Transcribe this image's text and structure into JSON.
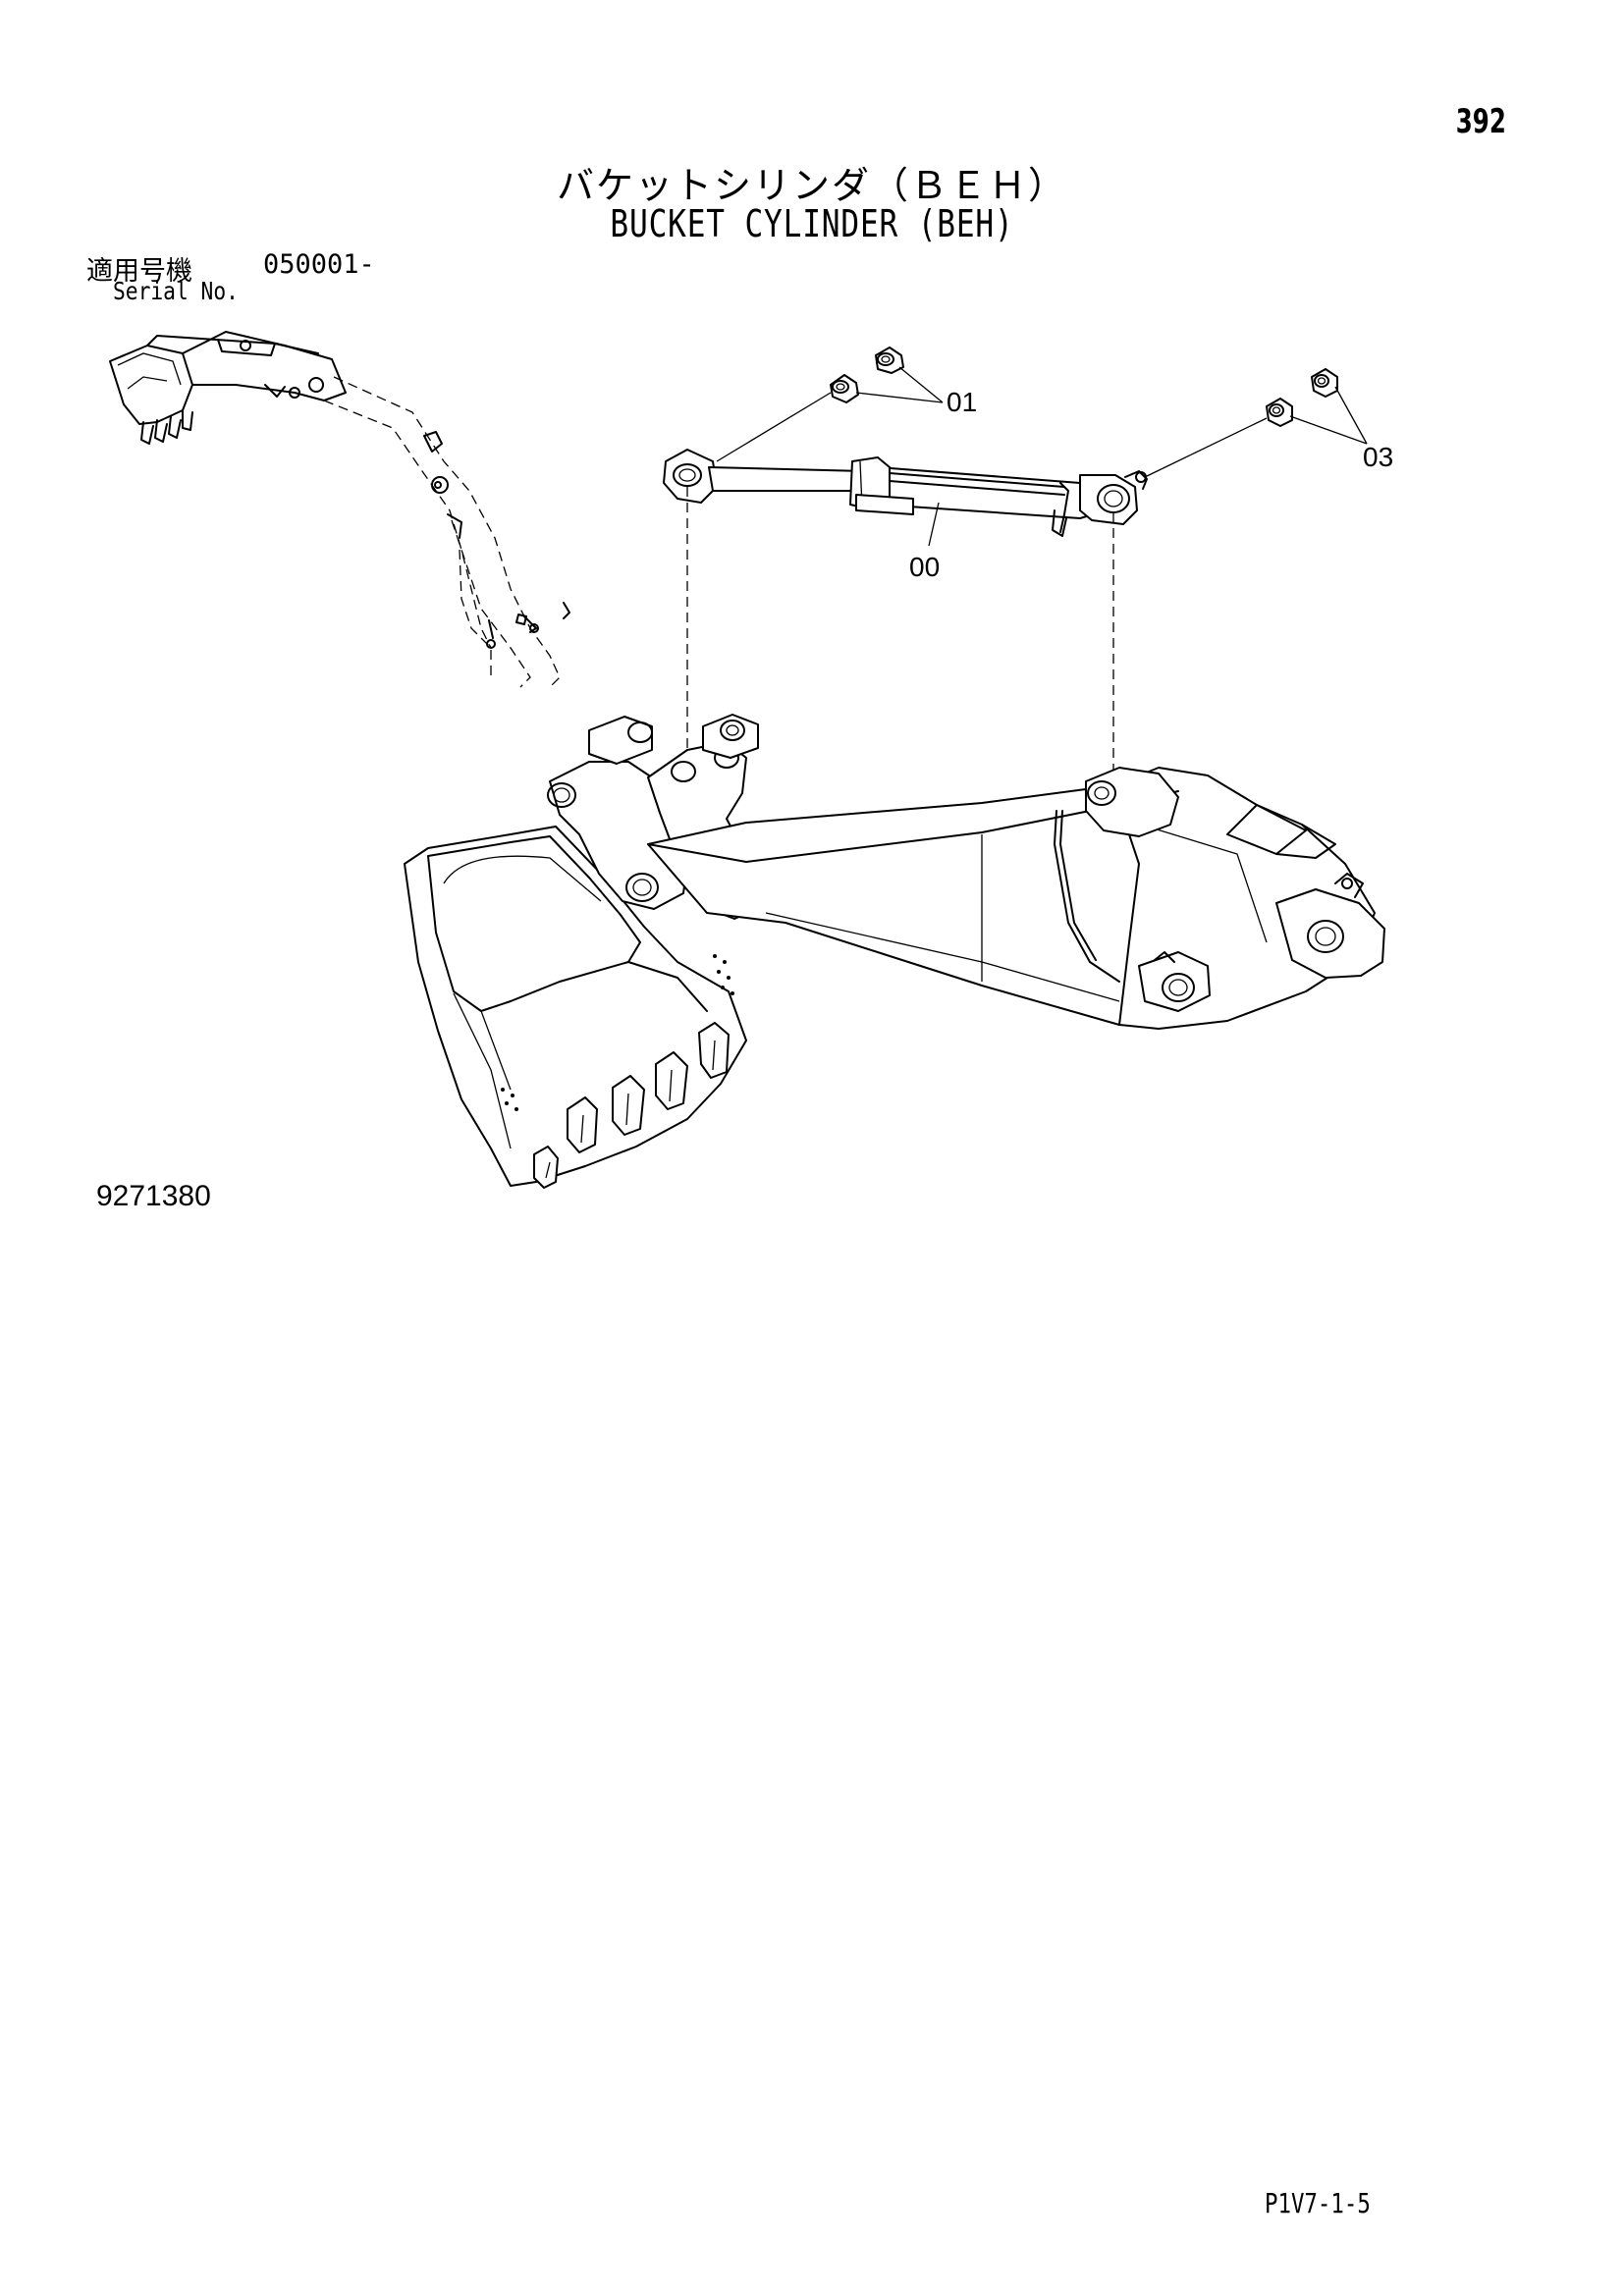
{
  "header": {
    "page_number": "392",
    "title_jp": "バケットシリンダ（ＢＥＨ）",
    "title_en": "BUCKET CYLINDER (BEH)"
  },
  "serial": {
    "label_jp": "適用号機",
    "value": "050001-",
    "label_en": "Serial No."
  },
  "callouts": {
    "cylinder": "00",
    "bushing_rod": "01",
    "bushing_head": "03"
  },
  "footer": {
    "drawing_number": "9271380",
    "page_code": "P1V7-1-5"
  }
}
